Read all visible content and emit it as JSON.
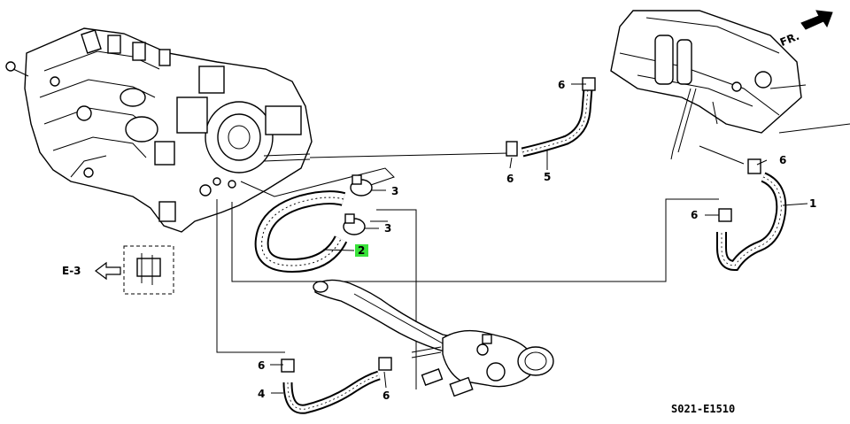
{
  "callouts": {
    "c1": "1",
    "c2": "2",
    "c3a": "3",
    "c3b": "3",
    "c4": "4",
    "c5": "5",
    "c6a": "6",
    "c6b": "6",
    "c6c": "6",
    "c6d": "6",
    "c6e": "6",
    "c6f": "6"
  },
  "labels": {
    "front": "FR.",
    "ref": "E-3",
    "code": "S021-E1510"
  },
  "colors": {
    "highlight": "#39e23a",
    "ink": "#000000"
  },
  "icons": {
    "front_arrow": "arrow-right-bold-icon",
    "ref_arrow": "arrow-left-outline-icon"
  }
}
